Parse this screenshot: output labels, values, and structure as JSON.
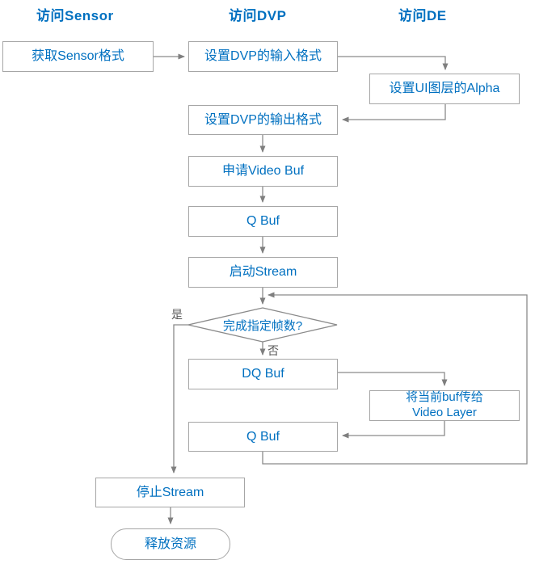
{
  "diagram": {
    "type": "flowchart",
    "colors": {
      "text_blue": "#0070C0",
      "box_border": "#A6A6A6",
      "line_gray": "#8A8A8A",
      "arrow_gray": "#7F7F7F",
      "branch_label_gray": "#595959",
      "background": "#FFFFFF"
    },
    "headers": {
      "sensor": "访问Sensor",
      "dvp": "访问DVP",
      "de": "访问DE"
    },
    "nodes": {
      "get_sensor_format": "获取Sensor格式",
      "set_dvp_input": "设置DVP的输入格式",
      "set_ui_alpha": "设置UI图层的Alpha",
      "set_dvp_output": "设置DVP的输出格式",
      "request_video_buf": "申请Video Buf",
      "q_buf_1": "Q Buf",
      "start_stream": "启动Stream",
      "decision_frames_done": "完成指定帧数?",
      "dq_buf": "DQ Buf",
      "pass_buf_line1": "将当前buf传给",
      "pass_buf_line2": "Video Layer",
      "q_buf_2": "Q Buf",
      "stop_stream": "停止Stream",
      "release_resources": "释放资源"
    },
    "branch_labels": {
      "yes": "是",
      "no": "否"
    }
  }
}
